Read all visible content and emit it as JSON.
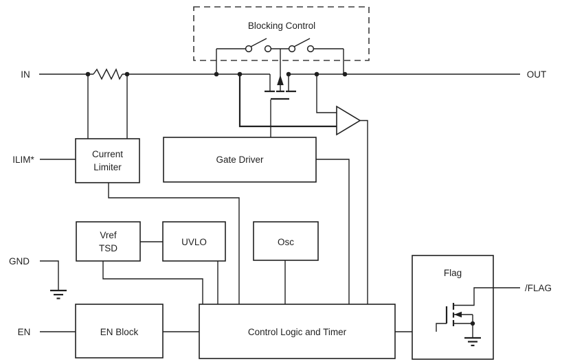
{
  "pins": {
    "in": "IN",
    "out": "OUT",
    "ilim": "ILIM*",
    "gnd": "GND",
    "en": "EN",
    "flag": "/FLAG"
  },
  "blocks": {
    "blocking_control": {
      "label": "Blocking Control"
    },
    "current_limiter": {
      "line1": "Current",
      "line2": "Limiter"
    },
    "gate_driver": {
      "label": "Gate Driver"
    },
    "vref_tsd": {
      "line1": "Vref",
      "line2": "TSD"
    },
    "uvlo": {
      "label": "UVLO"
    },
    "osc": {
      "label": "Osc"
    },
    "en_block": {
      "label": "EN Block"
    },
    "control_logic": {
      "label": "Control Logic and Timer"
    },
    "flag_block": {
      "label": "Flag"
    }
  },
  "colors": {
    "line": "#1f1f1f",
    "background": "#ffffff",
    "box_fill": "#ffffff",
    "text": "#1f1f1f"
  }
}
